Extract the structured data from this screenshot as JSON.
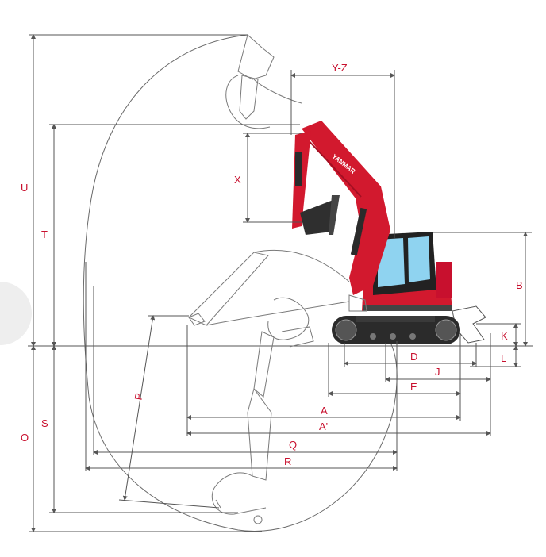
{
  "diagram": {
    "brand": "YANMAR",
    "colors": {
      "accent": "#c8102e",
      "machine_red": "#d2192e",
      "track": "#2b2b2b",
      "glass": "#8fd3f0",
      "line": "#555555"
    },
    "labels": {
      "U": "U",
      "T": "T",
      "O": "O",
      "S": "S",
      "P": "P",
      "X": "X",
      "YZ": "Y-Z",
      "B": "B",
      "K": "K",
      "L": "L",
      "D": "D",
      "J": "J",
      "E": "E",
      "A": "A",
      "A2": "A'",
      "Q": "Q",
      "R": "R"
    }
  }
}
